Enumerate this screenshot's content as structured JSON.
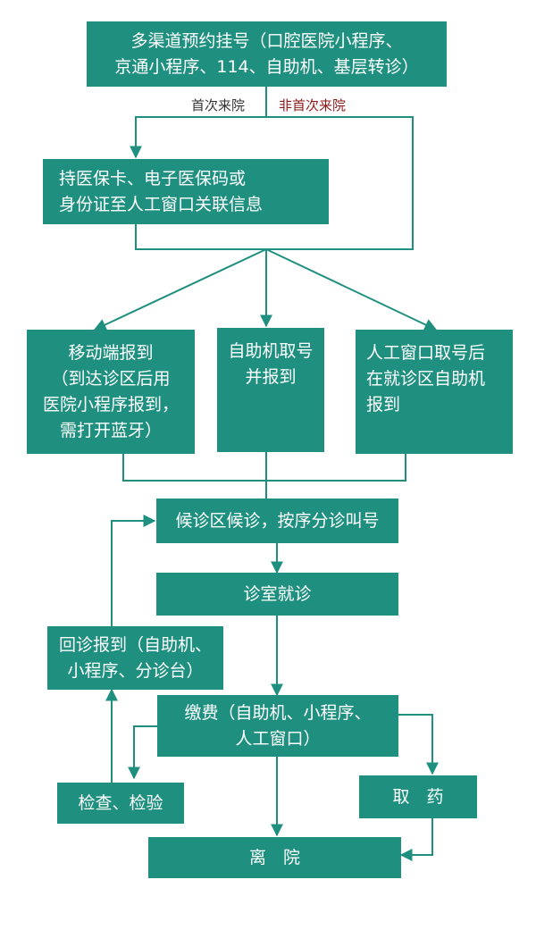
{
  "flowchart": {
    "register": {
      "lines": [
        "多渠道预约挂号（口腔医院小程序、",
        "京通小程序、114、自助机、基层转诊）"
      ]
    },
    "branch_first_visit": "首次来院",
    "branch_repeat_visit": "非首次来院",
    "link_info": {
      "lines": [
        "持医保卡、电子医保码或",
        "身份证至人工窗口关联信息"
      ]
    },
    "mobile_checkin": {
      "lines": [
        "移动端报到",
        "（到达诊区后用",
        "医院小程序报到，",
        "需打开蓝牙）"
      ]
    },
    "kiosk_checkin": {
      "lines": [
        "自助机取号",
        "并报到"
      ]
    },
    "window_checkin": {
      "lines": [
        "人工窗口取号后",
        "在就诊区自助机",
        "报到"
      ]
    },
    "waiting": {
      "lines": [
        "候诊区候诊，按序分诊叫号"
      ]
    },
    "consultation": {
      "lines": [
        "诊室就诊"
      ]
    },
    "revisit_checkin": {
      "lines": [
        "回诊报到（自助机、",
        "小程序、分诊台）"
      ]
    },
    "payment": {
      "lines": [
        "缴费（自助机、小程序、",
        "人工窗口）"
      ]
    },
    "examination": {
      "lines": [
        "检查、检验"
      ]
    },
    "pharmacy": {
      "lines": [
        "取　药"
      ]
    },
    "discharge": {
      "lines": [
        "离　院"
      ]
    }
  },
  "colors": {
    "box": "#1f9080",
    "line": "#1f9080",
    "repeat_label": "#8b1a1a",
    "first_label": "#333333"
  }
}
